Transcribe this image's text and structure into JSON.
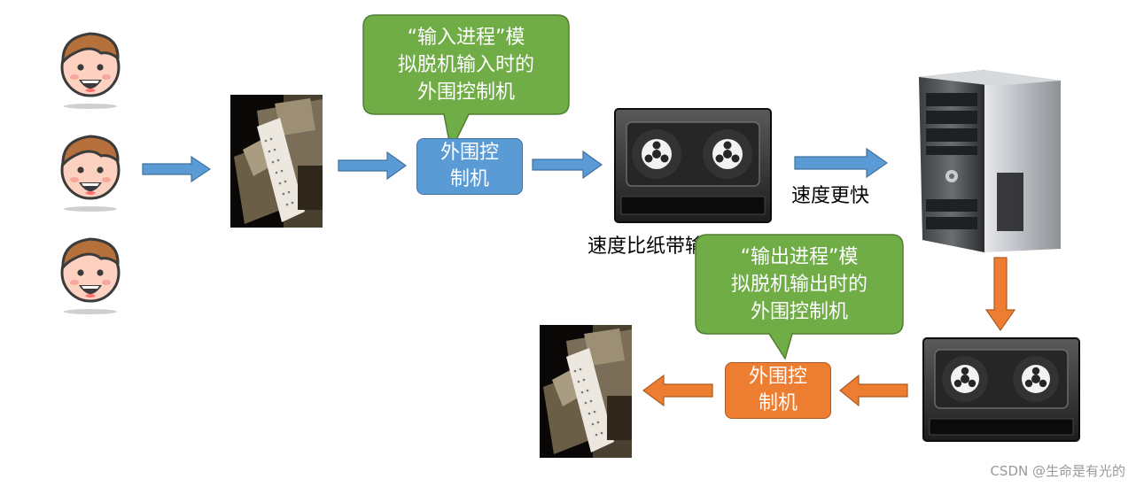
{
  "diagram": {
    "input_controller_label": "外围控\n制机",
    "input_bubble_text": "“输入进程”模\n拟脱机输入时的\n外围控制机",
    "output_controller_label": "外围控\n制机",
    "output_bubble_text": "“输出进程”模\n拟脱机输出时的\n外围控制机",
    "speed_faster_label": "速度更快",
    "speed_compare_label": "速度比纸带输快很多",
    "colors": {
      "blue_box": "#5b9bd5",
      "orange_box": "#ed7d31",
      "bubble_green": "#70ad47",
      "arrow_blue": "#5b9bd5",
      "arrow_orange": "#ed7d31"
    }
  },
  "watermark": "CSDN @生命是有光的"
}
